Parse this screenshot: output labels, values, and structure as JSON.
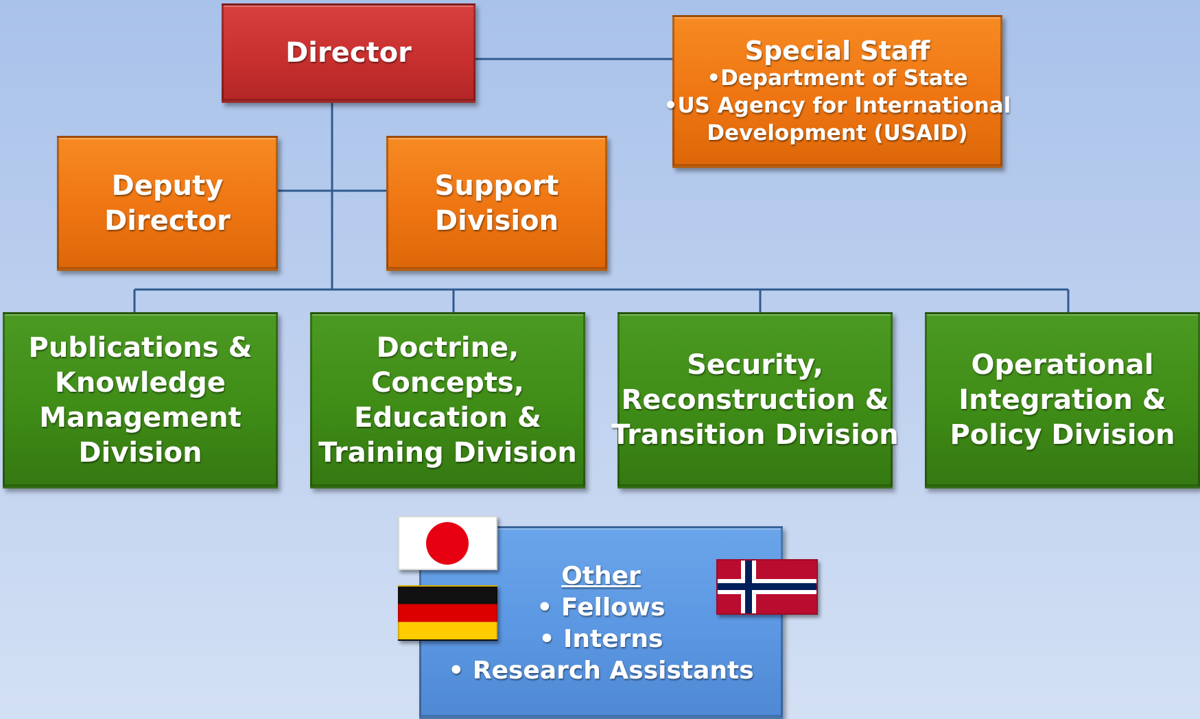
{
  "director": {
    "label": "Director"
  },
  "special_staff": {
    "title": "Special Staff",
    "items": [
      "•Department of State",
      "•US Agency for International",
      "Development (USAID)"
    ]
  },
  "deputy_director": {
    "lines": [
      "Deputy",
      "Director"
    ]
  },
  "support_division": {
    "lines": [
      "Support",
      "Division"
    ]
  },
  "divisions": [
    {
      "lines": [
        "Publications &",
        "Knowledge",
        "Management",
        "Division"
      ]
    },
    {
      "lines": [
        "Doctrine,",
        "Concepts,",
        "Education &",
        "Training Division"
      ]
    },
    {
      "lines": [
        "Security,",
        "Reconstruction &",
        "Transition Division"
      ]
    },
    {
      "lines": [
        "Operational",
        "Integration &",
        "Policy Division"
      ]
    }
  ],
  "other": {
    "title": "Other",
    "items": [
      "• Fellows",
      "• Interns",
      "• Research Assistants"
    ]
  },
  "flags": [
    "japan-flag",
    "germany-flag",
    "norway-flag"
  ],
  "colors": {
    "director": "#c8302f",
    "staff": "#ee7512",
    "division": "#3f8c17",
    "other": "#5b97e2",
    "connector": "#2f5a8f"
  }
}
